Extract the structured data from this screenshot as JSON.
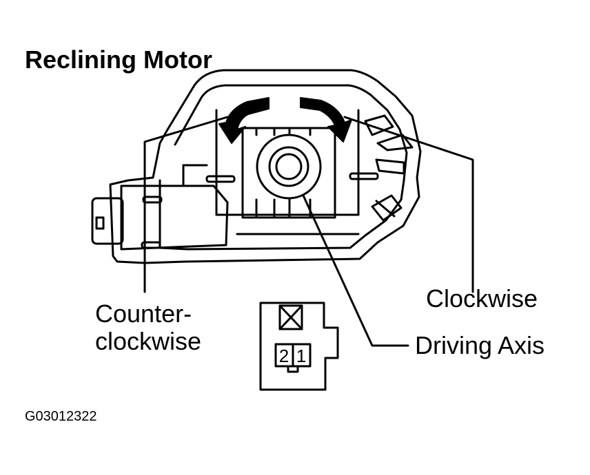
{
  "title": "Reclining Motor",
  "labels": {
    "counter_line1": "Counter-",
    "counter_line2": "clockwise",
    "clockwise": "Clockwise",
    "driving_axis": "Driving Axis"
  },
  "connector": {
    "pin_left": "2",
    "pin_right": "1"
  },
  "figure_id": "G03012322"
}
